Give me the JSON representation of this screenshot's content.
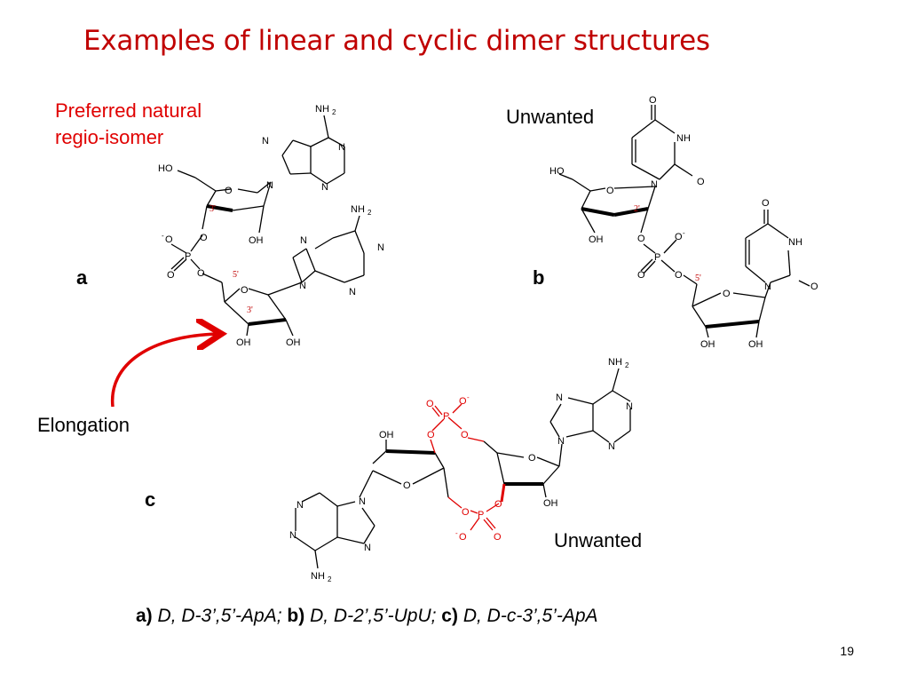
{
  "slide": {
    "title": "Examples of linear and cyclic dimer structures",
    "page_number": "19"
  },
  "labels": {
    "preferred_line1": "Preferred natural",
    "preferred_line2": "regio-isomer",
    "unwanted_b": "Unwanted",
    "unwanted_c": "Unwanted",
    "elongation": "Elongation",
    "panel_a": "a",
    "panel_b": "b",
    "panel_c": "c"
  },
  "caption": {
    "a_label": "a)",
    "a_text": "D, D-3’,5’-ApA;",
    "b_label": "b)",
    "b_text": "D, D-2’,5’-UpU;",
    "c_label": "c)",
    "c_text": "D, D-c-3’,5’-ApA"
  },
  "atoms": {
    "nh2": "NH",
    "two": "2",
    "n": "N",
    "o": "O",
    "ho": "HO",
    "oh": "OH",
    "p": "P",
    "nh": "NH",
    "o_minus": "O",
    "minus": "-",
    "three_prime": "3'",
    "five_prime": "5'",
    "two_prime": "2'"
  },
  "colors": {
    "title": "#c00000",
    "highlight": "#e00000",
    "arrow": "#e00000"
  }
}
